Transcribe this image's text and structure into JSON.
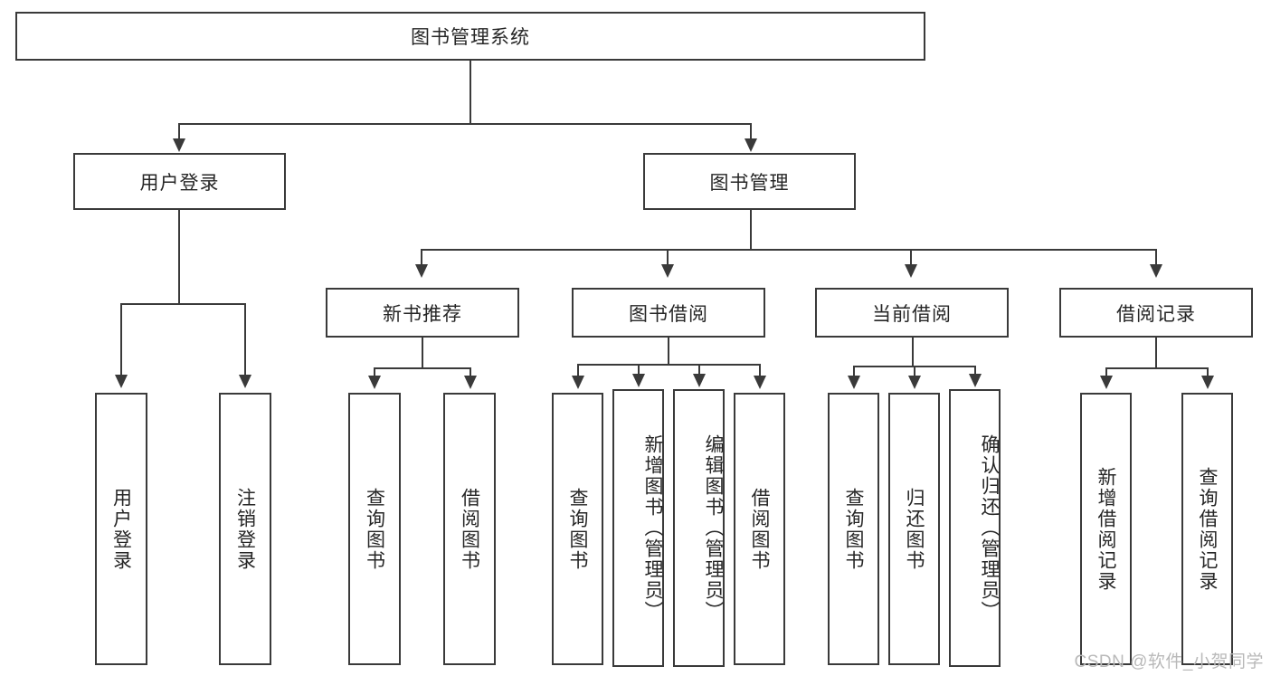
{
  "diagram": {
    "type": "tree-hierarchy",
    "title": "图书管理系统",
    "watermark": "CSDN @软件_小贺同学",
    "colors": {
      "stroke": "#3a3a3a",
      "fill": "#ffffff",
      "text": "#262626",
      "watermark": "#b9b9b9"
    },
    "root": {
      "label": "图书管理系统"
    },
    "level1": [
      {
        "label": "用户登录"
      },
      {
        "label": "图书管理"
      }
    ],
    "level2": [
      {
        "label": "新书推荐"
      },
      {
        "label": "图书借阅"
      },
      {
        "label": "当前借阅"
      },
      {
        "label": "借阅记录"
      }
    ],
    "leaves": {
      "user_login": [
        {
          "label": "用户登录"
        },
        {
          "label": "注销登录"
        }
      ],
      "new_book": [
        {
          "label": "查询图书"
        },
        {
          "label": "借阅图书"
        }
      ],
      "book_borrow": [
        {
          "label": "查询图书"
        },
        {
          "label": "新增图书（管理员）"
        },
        {
          "label": "编辑图书（管理员）"
        },
        {
          "label": "借阅图书"
        }
      ],
      "current_borrow": [
        {
          "label": "查询图书"
        },
        {
          "label": "归还图书"
        },
        {
          "label": "确认归还（管理员）"
        }
      ],
      "borrow_record": [
        {
          "label": "新增借阅记录"
        },
        {
          "label": "查询借阅记录"
        }
      ]
    }
  }
}
